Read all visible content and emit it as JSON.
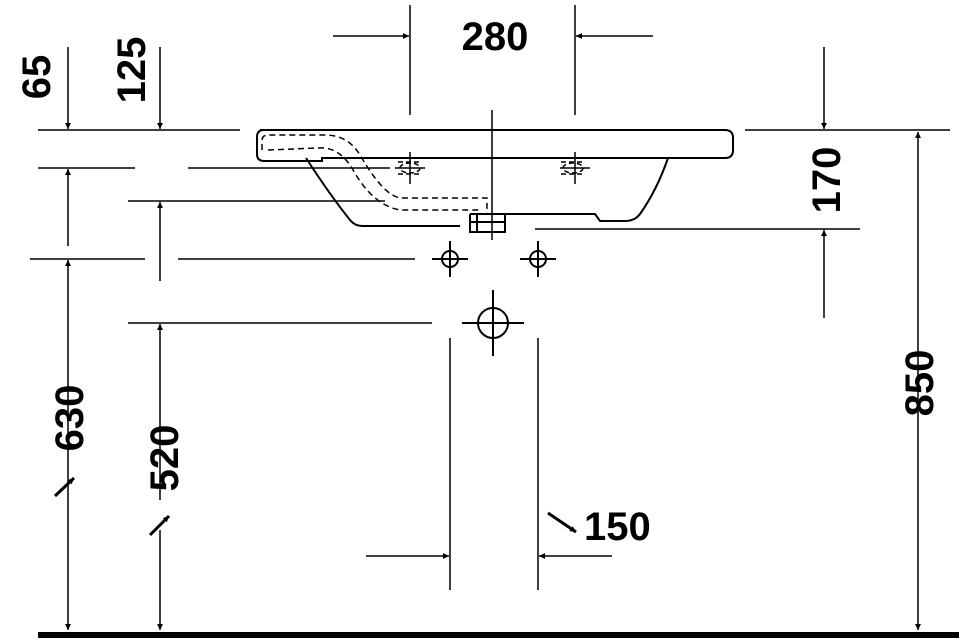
{
  "dimensions": {
    "width_280": "280",
    "offset_65": "65",
    "offset_125": "125",
    "height_170": "170",
    "height_850": "850",
    "height_630": "630",
    "height_520": "520",
    "spacing_150": "150"
  },
  "colors": {
    "line": "#000000",
    "background": "#ffffff"
  }
}
